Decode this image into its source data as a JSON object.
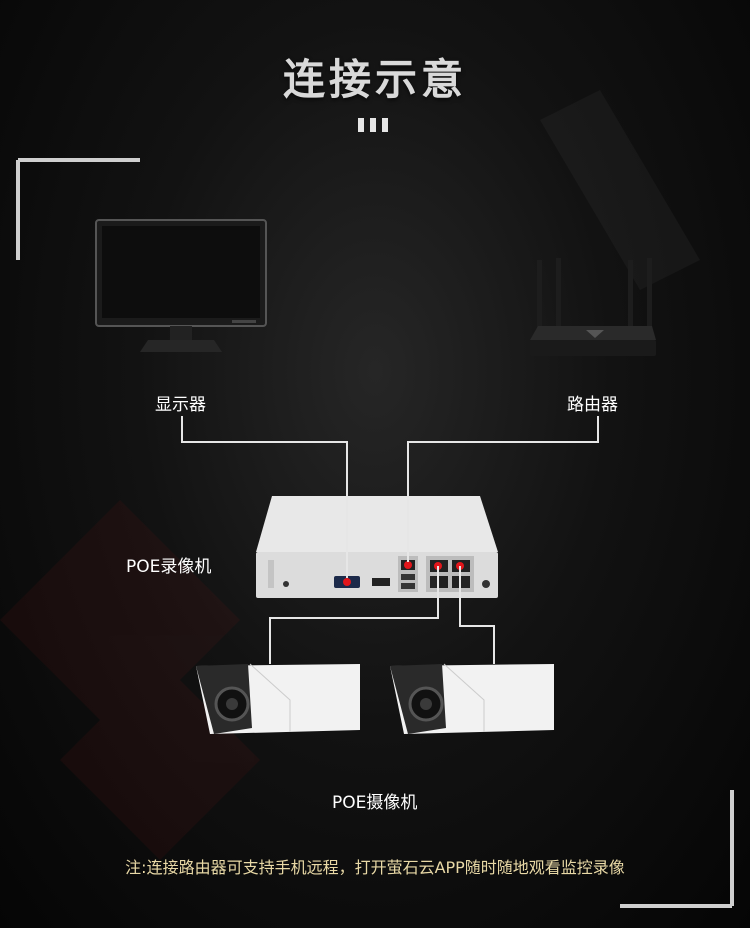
{
  "title": "连接示意",
  "labels": {
    "monitor": "显示器",
    "router": "路由器",
    "nvr": "POE录像机",
    "camera": "POE摄像机"
  },
  "note": "注:连接路由器可支持手机远程，打开萤石云APP随时随地观看监控录像",
  "colors": {
    "background": "#0a0a0a",
    "line": "#e6e6e6",
    "port_highlight": "#e3161b",
    "note_text": "#e9d9a6"
  }
}
